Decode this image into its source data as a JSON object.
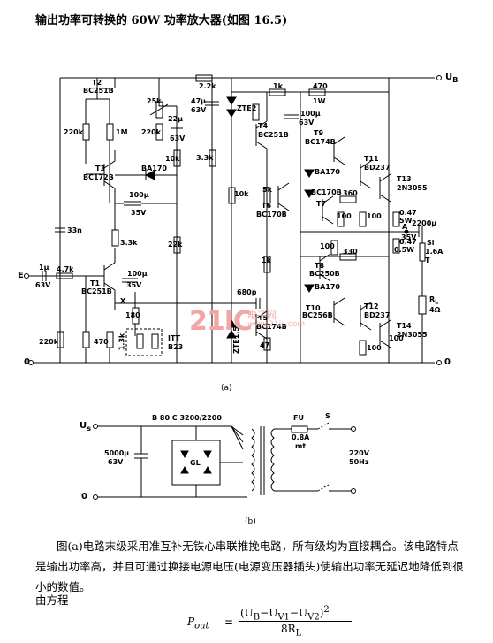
{
  "title": "输出功率可转换的 60W 功率放大器(如图 16.5)",
  "figure_a": {
    "caption": "(a)",
    "labels": {
      "UB": "U",
      "UB_sub": "B",
      "E": "E",
      "X": "X",
      "A": "A",
      "T": "T",
      "RL": "R",
      "RL_sub": "L",
      "RL_val": "4Ω",
      "si": "Si",
      "si_val": "1.6A",
      "ground_left": "0",
      "ground_right": "0"
    },
    "transistors": [
      {
        "id": "T1",
        "type": "BC251B"
      },
      {
        "id": "T2",
        "type": "BC251B"
      },
      {
        "id": "T3",
        "type": "BC172B"
      },
      {
        "id": "T4",
        "type": "BC251B"
      },
      {
        "id": "T5",
        "type": "BC174B"
      },
      {
        "id": "T6",
        "type": "BC170B"
      },
      {
        "id": "T7",
        "type": "BC170B"
      },
      {
        "id": "T8",
        "type": "BC250B"
      },
      {
        "id": "T9",
        "type": "BC174B"
      },
      {
        "id": "T10",
        "type": "BC256B"
      },
      {
        "id": "T11",
        "type": "BD237"
      },
      {
        "id": "T12",
        "type": "BD237"
      },
      {
        "id": "T13",
        "type": "2N3055"
      },
      {
        "id": "T14",
        "type": "2N3055"
      }
    ],
    "resistors": [
      "220k",
      "1M",
      "220k",
      "10k",
      "3.3k",
      "22k",
      "3.3k",
      "4.7k",
      "470",
      "1.3k",
      "180",
      "220k",
      "2.2k",
      "25k",
      "1k",
      "470",
      "1W",
      "10k",
      "5k",
      "1k",
      "47",
      "360",
      "100",
      "100",
      "100",
      "330",
      "100",
      "0.47",
      "5W",
      "0.47",
      "0.5W",
      "100"
    ],
    "capacitors": [
      "33n",
      "1μ",
      "63V",
      "100μ",
      "35V",
      "22μ",
      "63V",
      "47μ",
      "63V",
      "100μ",
      "63V",
      "100μ",
      "35V",
      "680p",
      "2200μ",
      "35V"
    ],
    "diodes": [
      "BA170",
      "BA170",
      "BA170",
      "ZTE2",
      "ZTE1.5"
    ],
    "ntc": {
      "name": "ITT",
      "value": "B23"
    }
  },
  "figure_b": {
    "caption": "(b)",
    "bridge": "B 80 C 3200/2200",
    "bridge_name": "GL",
    "cap_value": "5000μ",
    "cap_voltage": "63V",
    "us": "U",
    "us_sub": "s",
    "fuse": "FU",
    "fuse_val": "0.8A",
    "fuse_type": "mt",
    "switch": "S",
    "mains_v": "220V",
    "mains_f": "50Hz",
    "zero": "0"
  },
  "watermark": {
    "logo": "21IC",
    "cn": "电子网",
    "url": "www.21ic.com"
  },
  "paragraph1": "图(a)电路末级采用准互补无铁心串联推挽电路，所有级均为直接耦合。该电路特点是输出功率高，并且可通过换接电源电压(电源变压器插头)使输出功率无延迟地降低到很小的数值。",
  "paragraph2": "由方程",
  "formula": {
    "lhs": "P",
    "lhs_sub": "out",
    "numerator": "(U",
    "num_sub1": "B",
    "num_mid1": "−U",
    "num_sub2": "V1",
    "num_mid2": "−U",
    "num_sub3": "V2",
    "num_end": ")",
    "num_pow": "2",
    "denominator": "8R",
    "den_sub": "L"
  }
}
